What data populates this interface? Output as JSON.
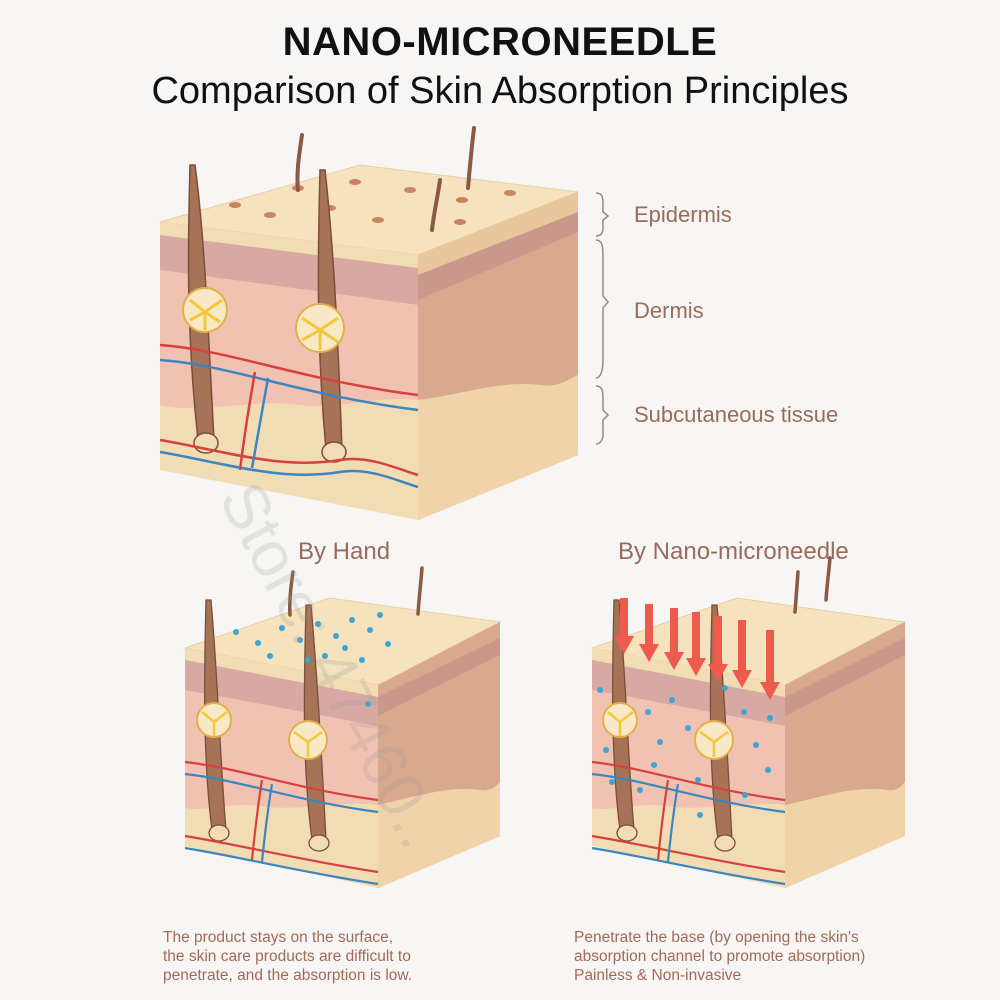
{
  "title": "NANO-MICRONEEDLE",
  "subtitle": "Comparison of Skin Absorption Principles",
  "layers": {
    "epidermis": "Epidermis",
    "dermis": "Dermis",
    "subcutaneous": "Subcutaneous tissue"
  },
  "panels": {
    "by_hand": {
      "label": "By Hand",
      "caption": [
        "The product stays on the surface,",
        "the skin care products are difficult to",
        "penetrate, and the absorption is low."
      ]
    },
    "by_needle": {
      "label": "By Nano-microneedle",
      "caption": [
        "Penetrate the base (by opening the skin's",
        "absorption channel to promote absorption)",
        "Painless & Non-invasive"
      ]
    }
  },
  "watermark": "Store: 47460..",
  "colors": {
    "surface": "#f6e2bd",
    "epidermis_band": "#d7a9a2",
    "dermis": "#f1c2b1",
    "subcutaneous": "#f1dcb4",
    "side": "#d9a98d",
    "hair": "#8a5a44",
    "artery": "#d8403c",
    "vein": "#3c86c0",
    "gland": "#f2c73a",
    "arrow": "#ee5a4e",
    "dot": "#3aa6d6"
  }
}
